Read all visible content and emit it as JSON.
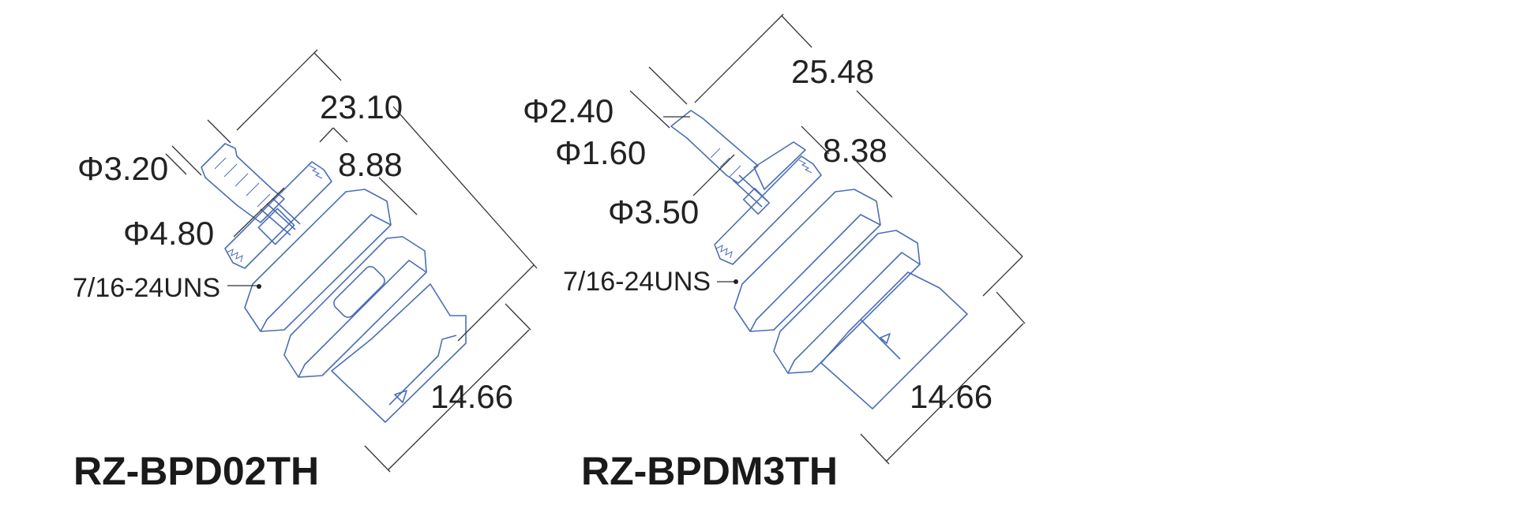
{
  "colors": {
    "part_stroke": "#4a6fb5",
    "dimension_line": "#333333",
    "text": "#222222"
  },
  "left_part": {
    "model": "RZ-BPD02TH",
    "dims": {
      "overall": "23.10",
      "tip_dia": "Φ3.20",
      "hex": "8.88",
      "body_dia": "Φ4.80",
      "thread": "7/16-24UNS",
      "width": "14.66"
    }
  },
  "right_part": {
    "model": "RZ-BPDM3TH",
    "dims": {
      "overall": "25.48",
      "tip_dia_outer": "Φ2.40",
      "tip_dia_inner": "Φ1.60",
      "hex": "8.38",
      "body_dia": "Φ3.50",
      "thread": "7/16-24UNS",
      "width": "14.66"
    }
  }
}
